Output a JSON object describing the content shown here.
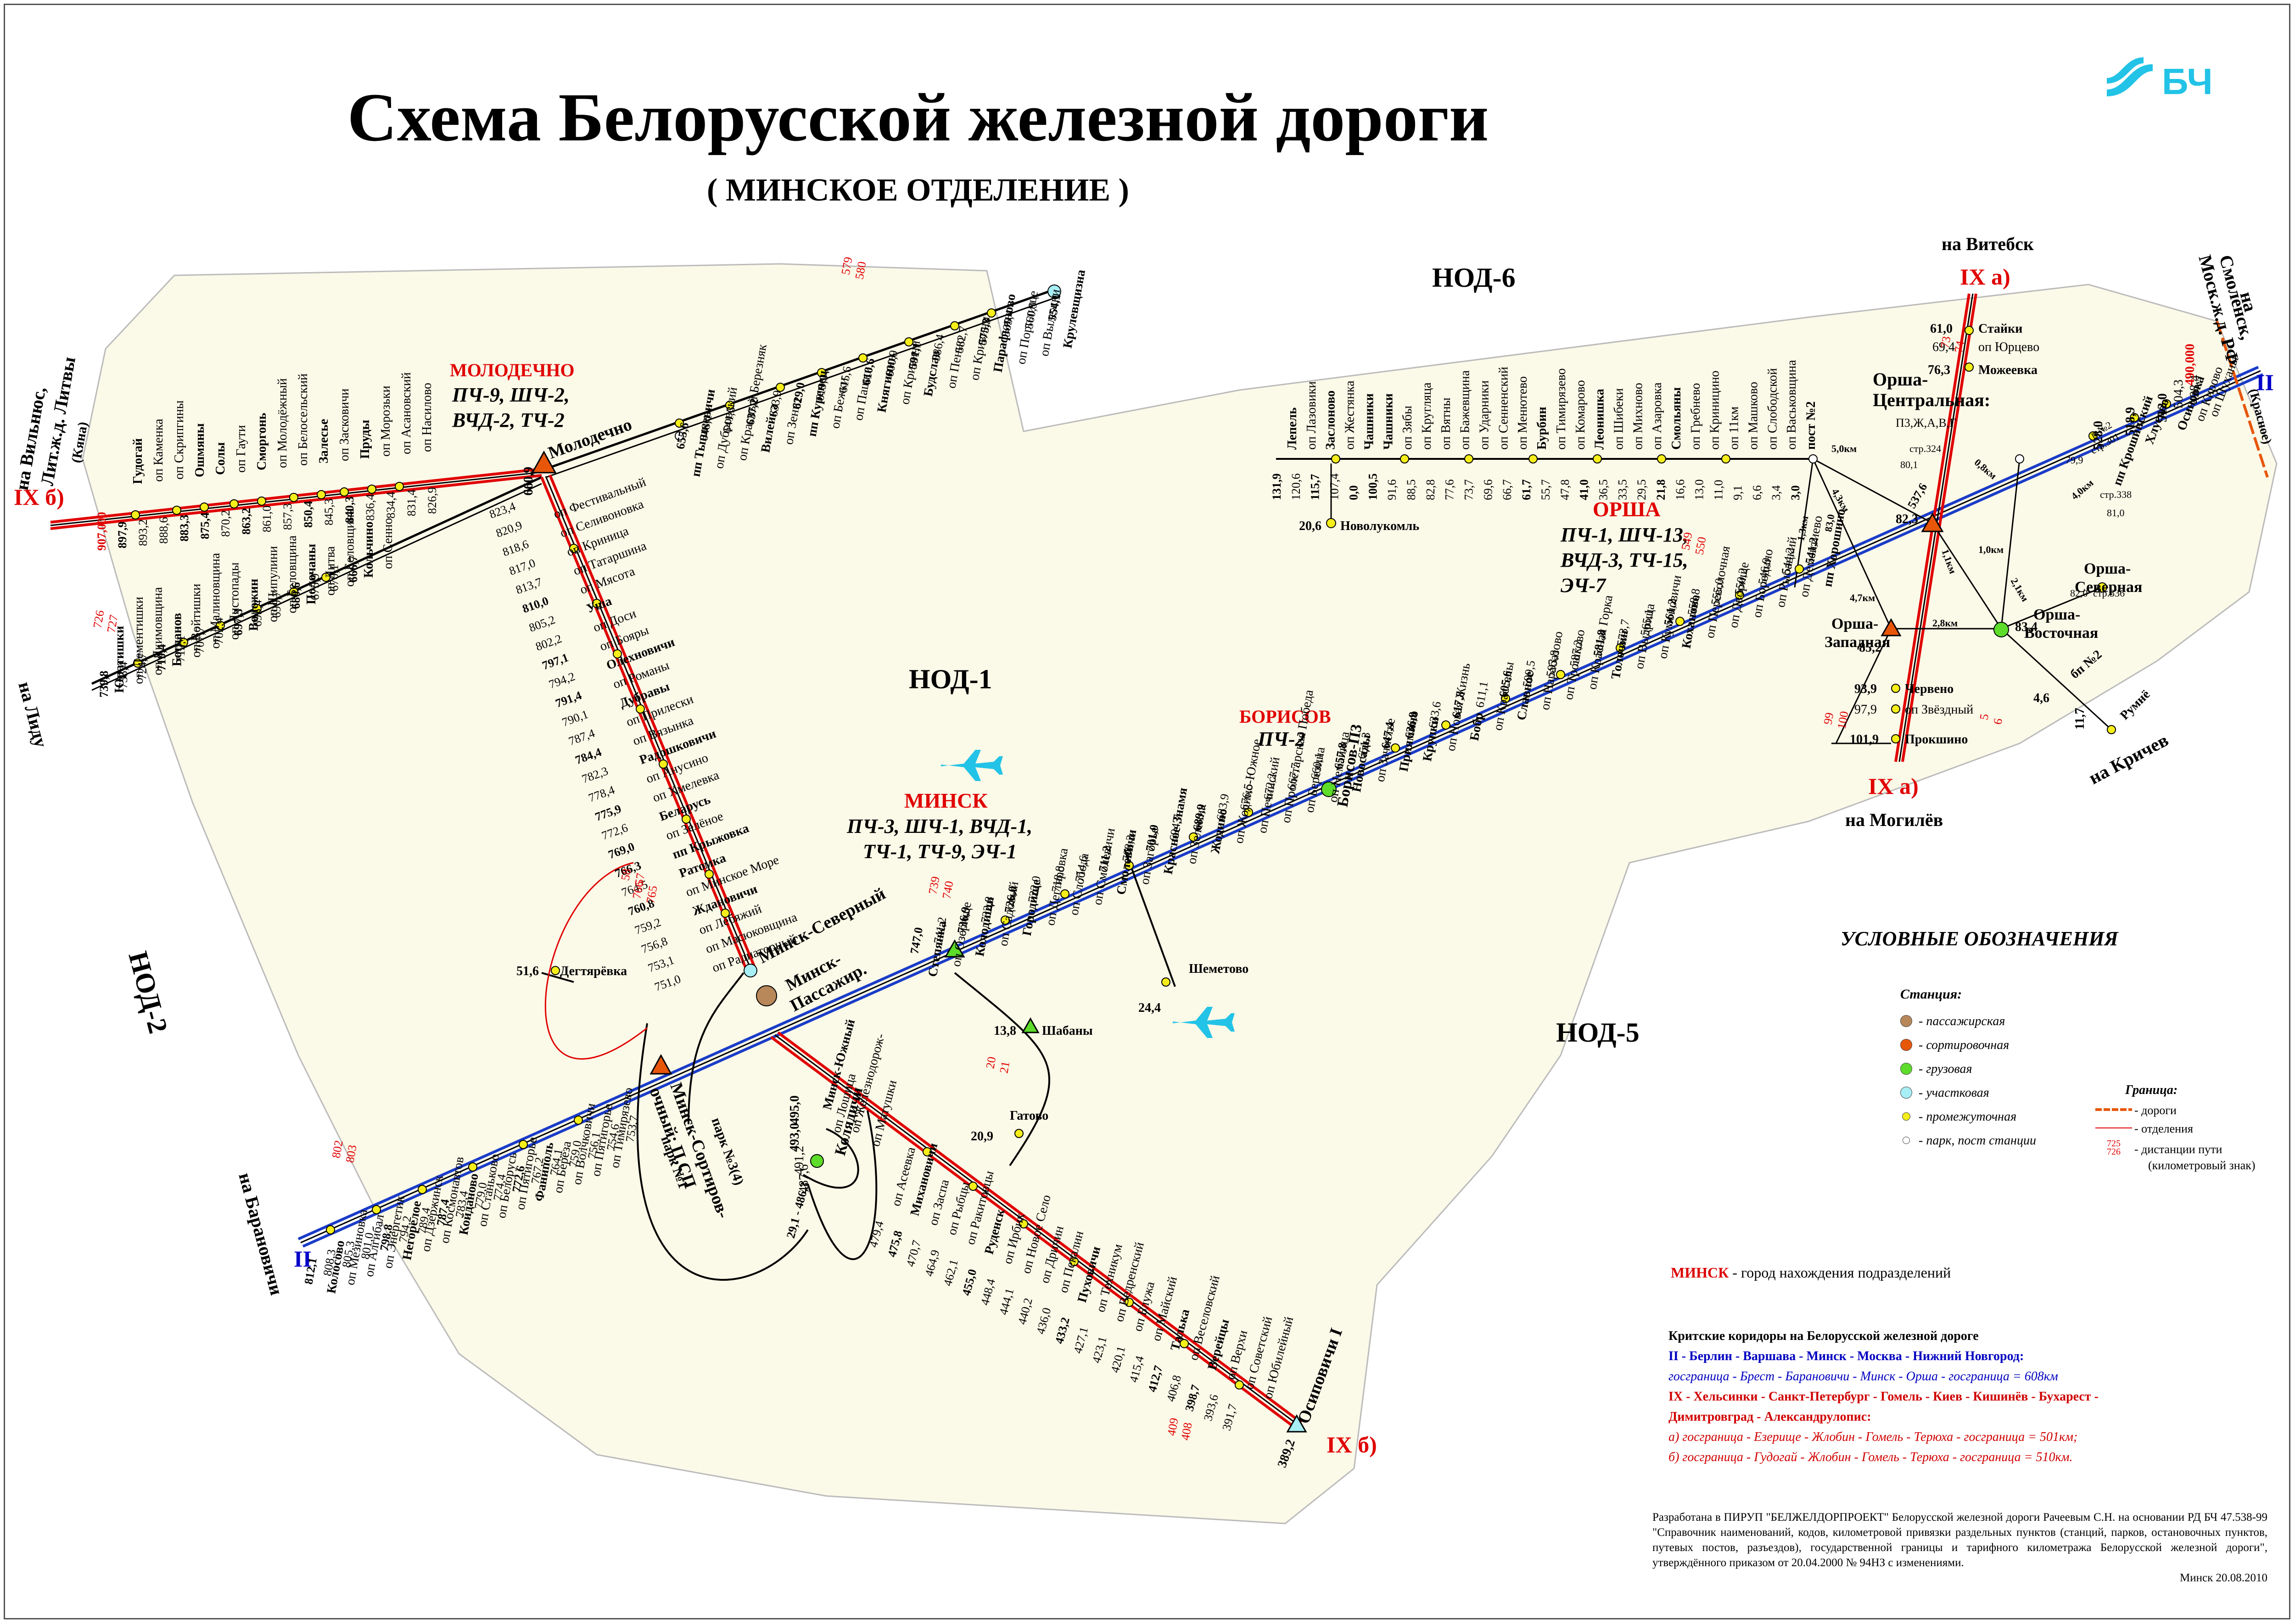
{
  "title": "Схема Белорусской железной дороги",
  "subtitle": "( МИНСКОЕ  ОТДЕЛЕНИЕ )",
  "logo_text": "БЧ",
  "colors": {
    "region_fill": "#fbf9e8",
    "rail_main": "#000000",
    "rail_corridor2": "#1a3cc8",
    "rail_corridor9": "#e00000",
    "station_passenger": "#b8875a",
    "station_sorting": "#e8560a",
    "station_freight": "#5ddc2a",
    "station_district": "#a8eef5",
    "station_intermediate": "#f5ee1a",
    "text_red": "#e00000",
    "text_blue": "#0000c8"
  },
  "regions": {
    "nod1": "НОД-1",
    "nod2": "НОД-2",
    "nod5": "НОД-5",
    "nod6": "НОД-6"
  },
  "directions": {
    "vilnius": "на Вильнюс,",
    "vilnius2": "Лит.ж.д. Литвы",
    "ix_b_west": "IX б)",
    "kena": "(Кяна)",
    "lida": "на Лиду",
    "vitebsk": "на Витебск",
    "ix_a_north": "IX а)",
    "smolensk": "на",
    "smolensk2": "Смоленск,",
    "smolensk3": "Моск.ж.д. РФ",
    "krasnoe": "(Красное)",
    "ii_east": "II",
    "krichev": "на Кричев",
    "mogilev": "на Могилёв",
    "ix_a_south": "IX а)",
    "baranovichi": "на Барановичи",
    "ii_west": "II",
    "ix_b_south": "IX б)"
  },
  "hubs": {
    "molodechno": {
      "name": "Молодечно",
      "km": "660,9",
      "city": "МОЛОДЕЧНО",
      "units1": "ПЧ-9, ШЧ-2,",
      "units2": "ВЧД-2, ТЧ-2"
    },
    "minsk": {
      "city": "МИНСК",
      "units1": "ПЧ-3, ШЧ-1, ВЧД-1,",
      "units2": "ТЧ-1, ТЧ-9, ЭЧ-1",
      "pass": "Минск-",
      "pass2": "Пассажир.",
      "north": "Минск-Северный"
    },
    "borisov": {
      "city": "БОРИСОВ",
      "units": "ПЧ-2",
      "name": "Борисов-П3",
      "km": "670,3"
    },
    "orsha": {
      "city": "ОРША",
      "units1": "ПЧ-1, ШЧ-13,",
      "units2": "ВЧД-3, ТЧ-15,",
      "units3": "ЭЧ-7",
      "central": "Орша-",
      "central2": "Центральная:",
      "parks": "П3,Ж,А,В,Г",
      "west": "Орша-",
      "west2": "Западная",
      "east": "Орша-",
      "east2": "Восточная",
      "north": "Орша-",
      "north2": "Северная"
    },
    "sorting": {
      "name": "Минск-Сортиров-",
      "name2": "очный: П,СП",
      "park1": "парк №1",
      "park34": "парк №3(4)"
    },
    "osipovichi": {
      "name": "Осиповичи I",
      "km": "389,2"
    },
    "kolyadichi": {
      "name": "Колядичи",
      "km": "29,1 - 486,3"
    }
  },
  "stations": {
    "west_line": [
      {
        "km": "907,000",
        "name": ""
      },
      {
        "km": "897,9",
        "name": "Гудогай"
      },
      {
        "km": "893,2",
        "name": "оп Каменка"
      },
      {
        "km": "888,6",
        "name": "оп Скрипгины"
      },
      {
        "km": "883,3",
        "name": "Ошмяны"
      },
      {
        "km": "875,4",
        "name": "Солы"
      },
      {
        "km": "870,2",
        "name": "оп Гаути"
      },
      {
        "km": "863,2",
        "name": "Сморгонь"
      },
      {
        "km": "861,0",
        "name": "оп Молодёжный"
      },
      {
        "km": "857,3",
        "name": "оп Белосельский"
      },
      {
        "km": "850,4",
        "name": "Залесье"
      },
      {
        "km": "845,3",
        "name": "оп Засковичи"
      },
      {
        "km": "840,3",
        "name": "Пруды"
      },
      {
        "km": "836,4",
        "name": "оп Морозьки"
      },
      {
        "km": "834,4",
        "name": "оп Асановский"
      },
      {
        "km": "831,4",
        "name": "оп Насилово"
      },
      {
        "km": "826,9",
        "name": ""
      }
    ],
    "lida_line": [
      {
        "km": "739,8",
        "name": "Юратишки"
      },
      {
        "km": "735,4",
        "name": "оп Дементишки"
      },
      {
        "km": "724,7",
        "name": "оп Якимовщина"
      },
      {
        "km": "719,4",
        "name": "Богданов"
      },
      {
        "km": "712,1",
        "name": "оп Войтишки"
      },
      {
        "km": "707,7",
        "name": "оп Малиновщина"
      },
      {
        "km": "702,4",
        "name": "оп Листопады"
      },
      {
        "km": "697,3",
        "name": "Воложин"
      },
      {
        "km": "695,4",
        "name": "оп Шипулини"
      },
      {
        "km": "690,7",
        "name": "оп Беловщина"
      },
      {
        "km": "680,6",
        "name": "Полочаны"
      },
      {
        "km": "675,9",
        "name": "оп Дитва"
      },
      {
        "km": "670,1",
        "name": "оп Беловщина"
      },
      {
        "km": "666,7",
        "name": "Кольчино"
      },
      {
        "km": "",
        "name": "оп Сенно"
      }
    ],
    "north_line": [
      {
        "km": "655,6",
        "name": "пп Тышкевичи"
      },
      {
        "km": "648,1",
        "name": "оп Дубровский"
      },
      {
        "km": "641,3",
        "name": "оп Красный Березняк"
      },
      {
        "km": "637,2",
        "name": "Вилейка"
      },
      {
        "km": "633,9",
        "name": "оп Зенит"
      },
      {
        "km": "629,0",
        "name": "пп Куренец"
      },
      {
        "km": "619,9",
        "name": "оп Бежки"
      },
      {
        "km": "615,6",
        "name": "оп Пашки"
      },
      {
        "km": "610,6",
        "name": "Княгинин"
      },
      {
        "km": "600,9",
        "name": "оп Кривичи"
      },
      {
        "km": "591,1",
        "name": "Будслав"
      },
      {
        "km": "586,4",
        "name": "оп Пенно"
      },
      {
        "km": "582,7",
        "name": "оп Кривичи"
      },
      {
        "km": "575,3",
        "name": "Парафьяново"
      },
      {
        "km": "565,4",
        "name": "оп Порплище"
      },
      {
        "km": "560,9",
        "name": "оп Вылежки"
      },
      {
        "km": "554,1",
        "name": "Крулевщизна"
      }
    ],
    "molo_minsk": [
      {
        "km": "823,4",
        "name": "оп Фестивальный"
      },
      {
        "km": "820,9",
        "name": "оп Селивоновка"
      },
      {
        "km": "818,6",
        "name": "оп Криница"
      },
      {
        "km": "817,0",
        "name": "оп Татаршина"
      },
      {
        "km": "813,7",
        "name": "оп Мясота"
      },
      {
        "km": "810,0",
        "name": "Уша"
      },
      {
        "km": "805,2",
        "name": "оп Доси"
      },
      {
        "km": "802,2",
        "name": "оп Бояры"
      },
      {
        "km": "797,1",
        "name": "Олехновичи"
      },
      {
        "km": "794,2",
        "name": "оп Романы"
      },
      {
        "km": "791,4",
        "name": "Дубравы"
      },
      {
        "km": "790,1",
        "name": "оп Прилески"
      },
      {
        "km": "787,4",
        "name": "оп Вязынка"
      },
      {
        "km": "784,4",
        "name": "Радошковичи"
      },
      {
        "km": "782,3",
        "name": "оп Анусино"
      },
      {
        "km": "778,4",
        "name": "оп Хмелевка"
      },
      {
        "km": "775,9",
        "name": "Беларусь"
      },
      {
        "km": "772,6",
        "name": "оп Зелёное"
      },
      {
        "km": "769,0",
        "name": "пп Крыжовка"
      },
      {
        "km": "766,3",
        "name": "Ратомка"
      },
      {
        "km": "764,5",
        "name": "оп Минское Море"
      },
      {
        "km": "760,8",
        "name": "Ждановичи"
      },
      {
        "km": "759,2",
        "name": "оп Лебяжий"
      },
      {
        "km": "756,8",
        "name": "оп Масюковщина"
      },
      {
        "km": "753,1",
        "name": "оп Радиаторный"
      },
      {
        "km": "751,0",
        "name": ""
      }
    ],
    "east_line": [
      {
        "km": "747,0",
        "name": "Степянка"
      },
      {
        "km": "741,2",
        "name": "оп Озерище"
      },
      {
        "km": "736,9",
        "name": "Колодищи"
      },
      {
        "km": "732,8",
        "name": "оп Садовый"
      },
      {
        "km": "726,0",
        "name": "Городище"
      },
      {
        "km": "722,0",
        "name": "оп Дегтяровка"
      },
      {
        "km": "718,8",
        "name": "оп Слобода"
      },
      {
        "km": "714,6",
        "name": "оп Смолевичи"
      },
      {
        "km": "711,2",
        "name": "Смолевичи"
      },
      {
        "km": "708,3",
        "name": "оп Загорье"
      },
      {
        "km": "701,0",
        "name": "Красное Знамя"
      },
      {
        "km": "694,7",
        "name": "оп Зеленик"
      },
      {
        "km": "689,9",
        "name": "Жодино"
      },
      {
        "km": "683,9",
        "name": "оп Жодино-Южное"
      },
      {
        "km": "676,5",
        "name": "оп Печинский"
      },
      {
        "km": "672,2",
        "name": "оп Пролетарская Победа"
      },
      {
        "km": "667,7",
        "name": "оп Березина"
      },
      {
        "km": "660,1",
        "name": "оп Неманица"
      },
      {
        "km": "657,8",
        "name": "Новосады"
      },
      {
        "km": "651,3",
        "name": "оп Зачистье"
      },
      {
        "km": "647,4",
        "name": "Приямино"
      },
      {
        "km": "636,9",
        "name": "Крупки"
      },
      {
        "km": "633,6",
        "name": "оп Новая Жизнь"
      },
      {
        "km": "617,8",
        "name": "Бобр"
      },
      {
        "km": "611,1",
        "name": "оп Красселы"
      },
      {
        "km": "605,6",
        "name": "Славное"
      },
      {
        "km": "599,5",
        "name": "оп Нарабазово"
      },
      {
        "km": "593,8",
        "name": "оп Трошково"
      },
      {
        "km": "587,2",
        "name": "оп Красная Горка"
      },
      {
        "km": "581,8",
        "name": "Толочин"
      },
      {
        "km": "573,7",
        "name": "оп Выдрица"
      },
      {
        "km": "565,1",
        "name": "оп Кумоновичи"
      },
      {
        "km": "561,2",
        "name": "Коханово"
      },
      {
        "km": "558,8",
        "name": "оп Переволочная"
      },
      {
        "km": "555,0",
        "name": "оп Дворище"
      },
      {
        "km": "550,2",
        "name": "оп Бородино"
      },
      {
        "km": "546,9",
        "name": "оп Рыбацкий"
      },
      {
        "km": "544,2",
        "name": "оп Дементиево"
      },
      {
        "km": "541,2",
        "name": "пп Хорошино"
      }
    ],
    "baran_line": [
      {
        "km": "812,1",
        "name": "Колосово"
      },
      {
        "km": "808,3",
        "name": "оп Мезиновка"
      },
      {
        "km": "805,3",
        "name": "оп Алгибал"
      },
      {
        "km": "801,0",
        "name": "оп Энергетик"
      },
      {
        "km": "798,8",
        "name": "Негорелое"
      },
      {
        "km": "794,2",
        "name": "оп Дзержинск"
      },
      {
        "km": "789,4",
        "name": "оп Космонавтов"
      },
      {
        "km": "787,4",
        "name": "Койданово"
      },
      {
        "km": "783,4",
        "name": "оп Станьково"
      },
      {
        "km": "779,0",
        "name": "оп Белорусь"
      },
      {
        "km": "774,4",
        "name": "оп Пятигорье"
      },
      {
        "km": "772,6",
        "name": "Фаниполь"
      },
      {
        "km": "767,2",
        "name": "оп Берёза"
      },
      {
        "km": "764,1",
        "name": "оп Волчковичи"
      },
      {
        "km": "759,0",
        "name": "оп Пятигорье"
      },
      {
        "km": "756,1",
        "name": "оп Тимирязево"
      },
      {
        "km": "754,6",
        "name": ""
      },
      {
        "km": "753,7",
        "name": ""
      }
    ],
    "osip_line": [
      {
        "km": "479,4",
        "name": "оп Асеевка"
      },
      {
        "km": "475,8",
        "name": "Михановичи"
      },
      {
        "km": "470,7",
        "name": "оп Заспа"
      },
      {
        "km": "464,9",
        "name": "оп Рыбцы"
      },
      {
        "km": "462,1",
        "name": "оп Ракитовцы"
      },
      {
        "km": "455,0",
        "name": "Руденск"
      },
      {
        "km": "448,4",
        "name": "оп Ирбик"
      },
      {
        "km": "444,1",
        "name": "оп Новое Село"
      },
      {
        "km": "440,2",
        "name": "оп Дричин"
      },
      {
        "km": "436,0",
        "name": "оп Пекалин"
      },
      {
        "km": "433,2",
        "name": "Пуховичи"
      },
      {
        "km": "427,1",
        "name": "оп Техникум"
      },
      {
        "km": "423,1",
        "name": "оп Ведренский"
      },
      {
        "km": "420,1",
        "name": "оп Блужа"
      },
      {
        "km": "415,4",
        "name": "оп Майский"
      },
      {
        "km": "412,7",
        "name": "Талька"
      },
      {
        "km": "406,8",
        "name": "оп Веселовский"
      },
      {
        "km": "398,7",
        "name": "Верейцы"
      },
      {
        "km": "393,6",
        "name": "оп Верхи"
      },
      {
        "km": "391,7",
        "name": "оп Советский"
      },
      {
        "km": "",
        "name": "оп Юбилейный"
      }
    ],
    "lepel_line": [
      {
        "km": "131,9",
        "name": "Лепель"
      },
      {
        "km": "120,6",
        "name": "оп Лазовики"
      },
      {
        "km": "115,7",
        "name": "Заслоново"
      },
      {
        "km": "107,4",
        "name": "оп Жестянка"
      },
      {
        "km": "0,0",
        "name": "Чашники"
      },
      {
        "km": "100,5",
        "name": "Чашники"
      },
      {
        "km": "91,6",
        "name": "оп Зябы"
      },
      {
        "km": "88,5",
        "name": "оп Кругляца"
      },
      {
        "km": "82,8",
        "name": "оп Вятны"
      },
      {
        "km": "77,6",
        "name": "оп Бажевщина"
      },
      {
        "km": "73,7",
        "name": "оп Ударники"
      },
      {
        "km": "69,6",
        "name": "оп Сенненский"
      },
      {
        "km": "66,7",
        "name": "оп Менютево"
      },
      {
        "km": "61,7",
        "name": "Бурбин"
      },
      {
        "km": "55,7",
        "name": "оп Тимирязево"
      },
      {
        "km": "47,8",
        "name": "оп Комарово"
      },
      {
        "km": "41,0",
        "name": "Леонишка"
      },
      {
        "km": "36,5",
        "name": "оп Шибеки"
      },
      {
        "km": "33,5",
        "name": "оп Михново"
      },
      {
        "km": "29,5",
        "name": "оп Азаровка"
      },
      {
        "km": "21,8",
        "name": "Смольяны"
      },
      {
        "km": "16,6",
        "name": "оп Гребнево"
      },
      {
        "km": "13,0",
        "name": "оп Криницино"
      },
      {
        "km": "11,0",
        "name": "оп 11км"
      },
      {
        "km": "9,1",
        "name": "оп Машково"
      },
      {
        "km": "6,6",
        "name": "оп Слободской"
      },
      {
        "km": "3,4",
        "name": "оп Васьковщина"
      },
      {
        "km": "3,0",
        "name": "пост №2"
      }
    ],
    "other": {
      "novolukoml": {
        "km": "20,6",
        "name": "Новолукомль"
      },
      "degtyarevka": {
        "km": "51,6",
        "name": "Дегтярёвка"
      },
      "shabany": {
        "km": "13,8",
        "name": "Шабаны"
      },
      "gatovo": {
        "km": "20,9",
        "name": "Гатово"
      },
      "shemetovo": {
        "km": "24,4",
        "name": "Шеметово"
      },
      "staiki": {
        "km": "61,0",
        "name": "Стайки"
      },
      "yurtsevo": {
        "km": "69,4",
        "name": "оп Юрцево"
      },
      "mozhevka": {
        "km": "76,3",
        "name": "Можеевка"
      },
      "chervено": {
        "km": "93,9",
        "name": "Червено"
      },
      "zvezdny": {
        "km": "97,9",
        "name": "оп Звёздный"
      },
      "prokshino": {
        "km": "101,9",
        "name": "Прокшино"
      },
      "rumnyo": {
        "km": "11,7",
        "name": "Румнё"
      },
      "bp2": {
        "km": "4,6",
        "name": "бп №2"
      },
      "khlusovo": {
        "km": "518,9",
        "name": "Хлусово"
      },
      "osinovka": {
        "km": "512,0",
        "name": "Осиновка"
      },
      "kroshinsky": {
        "km": "528,0",
        "name": "пп Крошинский"
      },
      "shukhany": {
        "km": "498,4",
        "name": "оп Шуханы"
      },
      "zalesye_e": {
        "km": "504,3",
        "name": "оп Кирово"
      },
      "border_e": {
        "km": "490,000",
        "name": ""
      },
      "minsk_south": {
        "km": "495,0",
        "name": "Минск-Южный"
      },
      "lonchinka": {
        "km": "493,0",
        "name": "оп Лошица"
      },
      "zhelezno": {
        "km": "491,2",
        "name": "оп Железнодорож-"
      },
      "matushki": {
        "km": "487,6",
        "name": "оп Матушки"
      }
    }
  },
  "distances": {
    "d50": "5,0км",
    "d08": "0,8км",
    "d43": "4,3км",
    "d13": "1,3км",
    "d11": "1,1км",
    "d47": "4,7км",
    "d28": "2,8км",
    "d21": "2,1км",
    "d10": "1,0км",
    "d40": "4,0км",
    "str324": "стр.324",
    "str338": "стр.338",
    "str336": "стр.336",
    "str301": "стр.301",
    "k821": "82,1",
    "k801": "80,1",
    "k810": "81,0",
    "k820": "82,0",
    "k799": "79,9",
    "k830": "83,0",
    "k823": "82,3",
    "k852": "85,2",
    "k834": "83,4",
    "k537": "537,6",
    "pn2": "п.№2"
  },
  "km_markers": [
    {
      "top": "726",
      "bot": "727"
    },
    {
      "top": "579",
      "bot": "580"
    },
    {
      "top": "58",
      "bot": "57"
    },
    {
      "top": "766",
      "bot": "765"
    },
    {
      "top": "739",
      "bot": "740"
    },
    {
      "top": "549",
      "bot": "550"
    },
    {
      "top": "73",
      "bot": "74"
    },
    {
      "top": "99",
      "bot": "100"
    },
    {
      "top": "5",
      "bot": "6"
    },
    {
      "top": "20",
      "bot": "21"
    },
    {
      "top": "802",
      "bot": "803"
    },
    {
      "top": "409",
      "bot": "408"
    }
  ],
  "legend": {
    "title": "УСЛОВНЫЕ ОБОЗНАЧЕНИЯ",
    "stations_title": "Станция:",
    "items": [
      {
        "label": "- пассажирская",
        "color": "#b8875a"
      },
      {
        "label": "- сортировочная",
        "color": "#e8560a"
      },
      {
        "label": "- грузовая",
        "color": "#5ddc2a"
      },
      {
        "label": "- участковая",
        "color": "#a8eef5"
      },
      {
        "label": "- промежуточная",
        "color": "#f5ee1a"
      },
      {
        "label": "- парк, пост станции",
        "color": "#ffffff"
      }
    ],
    "border_title": "Граница:",
    "border_items": [
      "- дороги",
      "- отделения",
      "- дистанции пути",
      "(километровый знак)"
    ]
  },
  "minsk_note": {
    "city": "МИНСК",
    "text": " -  город нахождения подразделений"
  },
  "corridors": {
    "heading": "Критские коридоры на Белорусской железной дороге",
    "ii_route": "II - Берлин - Варшава - Минск - Москва - Нижний Новгород:",
    "ii_detail": "госграница - Брест - Барановичи - Минск - Орша - госграница = 608км",
    "ix_route": "IX - Хельсинки - Санкт-Петербург - Гомель - Киев - Кишинёв - Бухарест -",
    "ix_route2": "Димитровград - Александрулопис:",
    "ix_a": "а) госграница - Езерище - Жлобин - Гомель - Терюха - госграница = 501км;",
    "ix_b": "б) госграница - Гудогай - Жлобин - Гомель - Терюха - госграница = 510км."
  },
  "credits": {
    "text": "Разработана в ПИРУП \"БЕЛЖЕЛДОРПРОЕКТ\" Белорусской железной дороги Рачеевым С.Н. на основании РД БЧ 47.538-99 \"Справочник наименований, кодов, километровой привязки раздельных пунктов (станций, парков, остановочных пунктов, путевых постов, разъездов), государственной границы и тарифного километража Белорусской железной дороги\", утверждённого приказом от 20.04.2000 № 94НЗ с изменениями.",
    "date": "Минск 20.08.2010"
  }
}
